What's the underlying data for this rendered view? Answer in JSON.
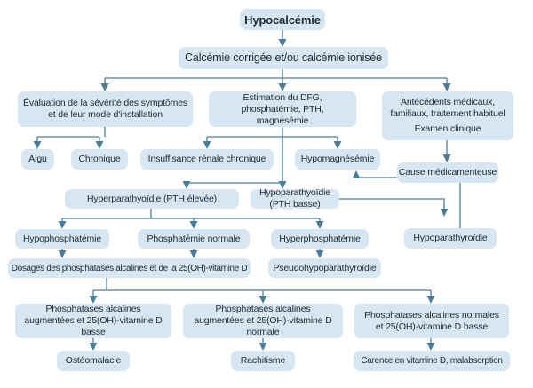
{
  "nodes": {
    "hypocalcemie": "Hypocalcémie",
    "calcemie": "Calcémie corrigée et/ou calcémie ionisée",
    "evaluation": "Évaluation de la sévérité des symptômes et de leur mode d'installation",
    "estimation": "Estimation du DFG, phosphatémie, PTH, magnésémie",
    "antecedents": "Antécédents médicaux, familiaux, traitement habituel",
    "examen": "Examen clinique",
    "aigu": "Aigu",
    "chronique": "Chronique",
    "insuffisance": "Insuffisance rénale chronique",
    "hypomagnesemie": "Hypomagnésémie",
    "cause_medic": "Cause médicamenteuse",
    "hyperpara": "Hyperparathyoïdie (PTH élevée)",
    "hypopara": "Hypoparathyoïdie (PTH basse)",
    "hypoparathyroidie": "Hypoparathyroïdie",
    "hypophos": "Hypophosphatémie",
    "phos_normale": "Phosphatémie normale",
    "hyperphos": "Hyperphosphatémie",
    "dosages": "Dosages des phosphatases alcalines et de la 25(OH)-vitamine D",
    "pseudohypo": "Pseudohypoparathyroïdie",
    "pal_aug_basse": "Phosphatases alcalines augmentées et 25(OH)-vitamine D basse",
    "pal_aug_normale": "Phosphatases alcalines augmentées et 25(OH)-vitamine D normale",
    "pal_norm_basse": "Phosphatases alcalines normales et 25(OH)-vitamine D basse",
    "osteomalacie": "Ostéomalacie",
    "rachitisme": "Rachitisme",
    "carence": "Carence en vitamine D, malabsorption"
  },
  "colors": {
    "box": "#d6e6f3",
    "line": "#4a7d99",
    "text": "#1f2a33"
  }
}
